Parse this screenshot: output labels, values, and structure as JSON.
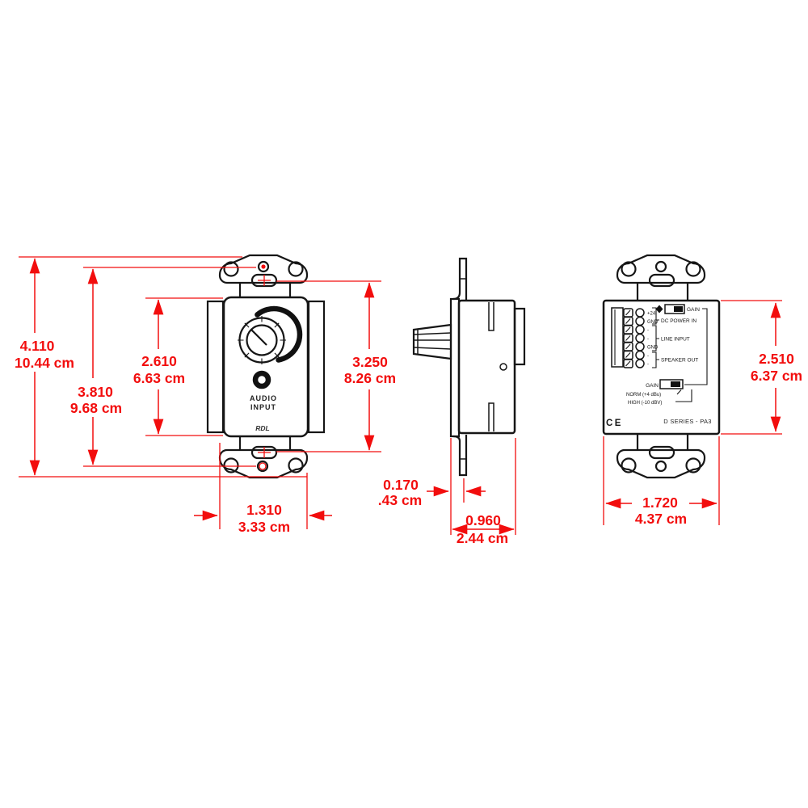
{
  "drawing": {
    "front": {
      "audio_label_1": "AUDIO",
      "audio_label_2": "INPUT",
      "brand": "RDL"
    },
    "back": {
      "terminal_labels": [
        "+24",
        "GND",
        "-",
        "-",
        "GND",
        "-",
        "-"
      ],
      "group_labels": [
        "DC POWER IN",
        "LINE INPUT",
        "SPEAKER OUT"
      ],
      "gain_top_label": "GAIN",
      "gain_bottom_label": "GAIN",
      "norm_label": "NORM (+4 dBu)",
      "high_label": "HIGH (-10 dBV)",
      "ce_mark": "CE",
      "model_label": "D SERIES - PA3"
    },
    "dims": {
      "overall_height": {
        "in": "4.110",
        "cm": "10.44 cm"
      },
      "hole_spacing": {
        "in": "3.810",
        "cm": "9.68 cm"
      },
      "insert_height": {
        "in": "2.610",
        "cm": "6.63 cm"
      },
      "slot_spacing": {
        "in": "3.250",
        "cm": "8.26 cm"
      },
      "rear_body_height": {
        "in": "2.510",
        "cm": "6.37 cm"
      },
      "strap_width": {
        "in": "1.310",
        "cm": "3.33 cm"
      },
      "plate_thickness": {
        "in": "0.170",
        "cm": ".43 cm"
      },
      "body_depth": {
        "in": "0.960",
        "cm": "2.44 cm"
      },
      "body_width": {
        "in": "1.720",
        "cm": "4.37 cm"
      }
    },
    "colors": {
      "line": "#161616",
      "dimension": "#f20d0d",
      "background": "#ffffff"
    }
  }
}
